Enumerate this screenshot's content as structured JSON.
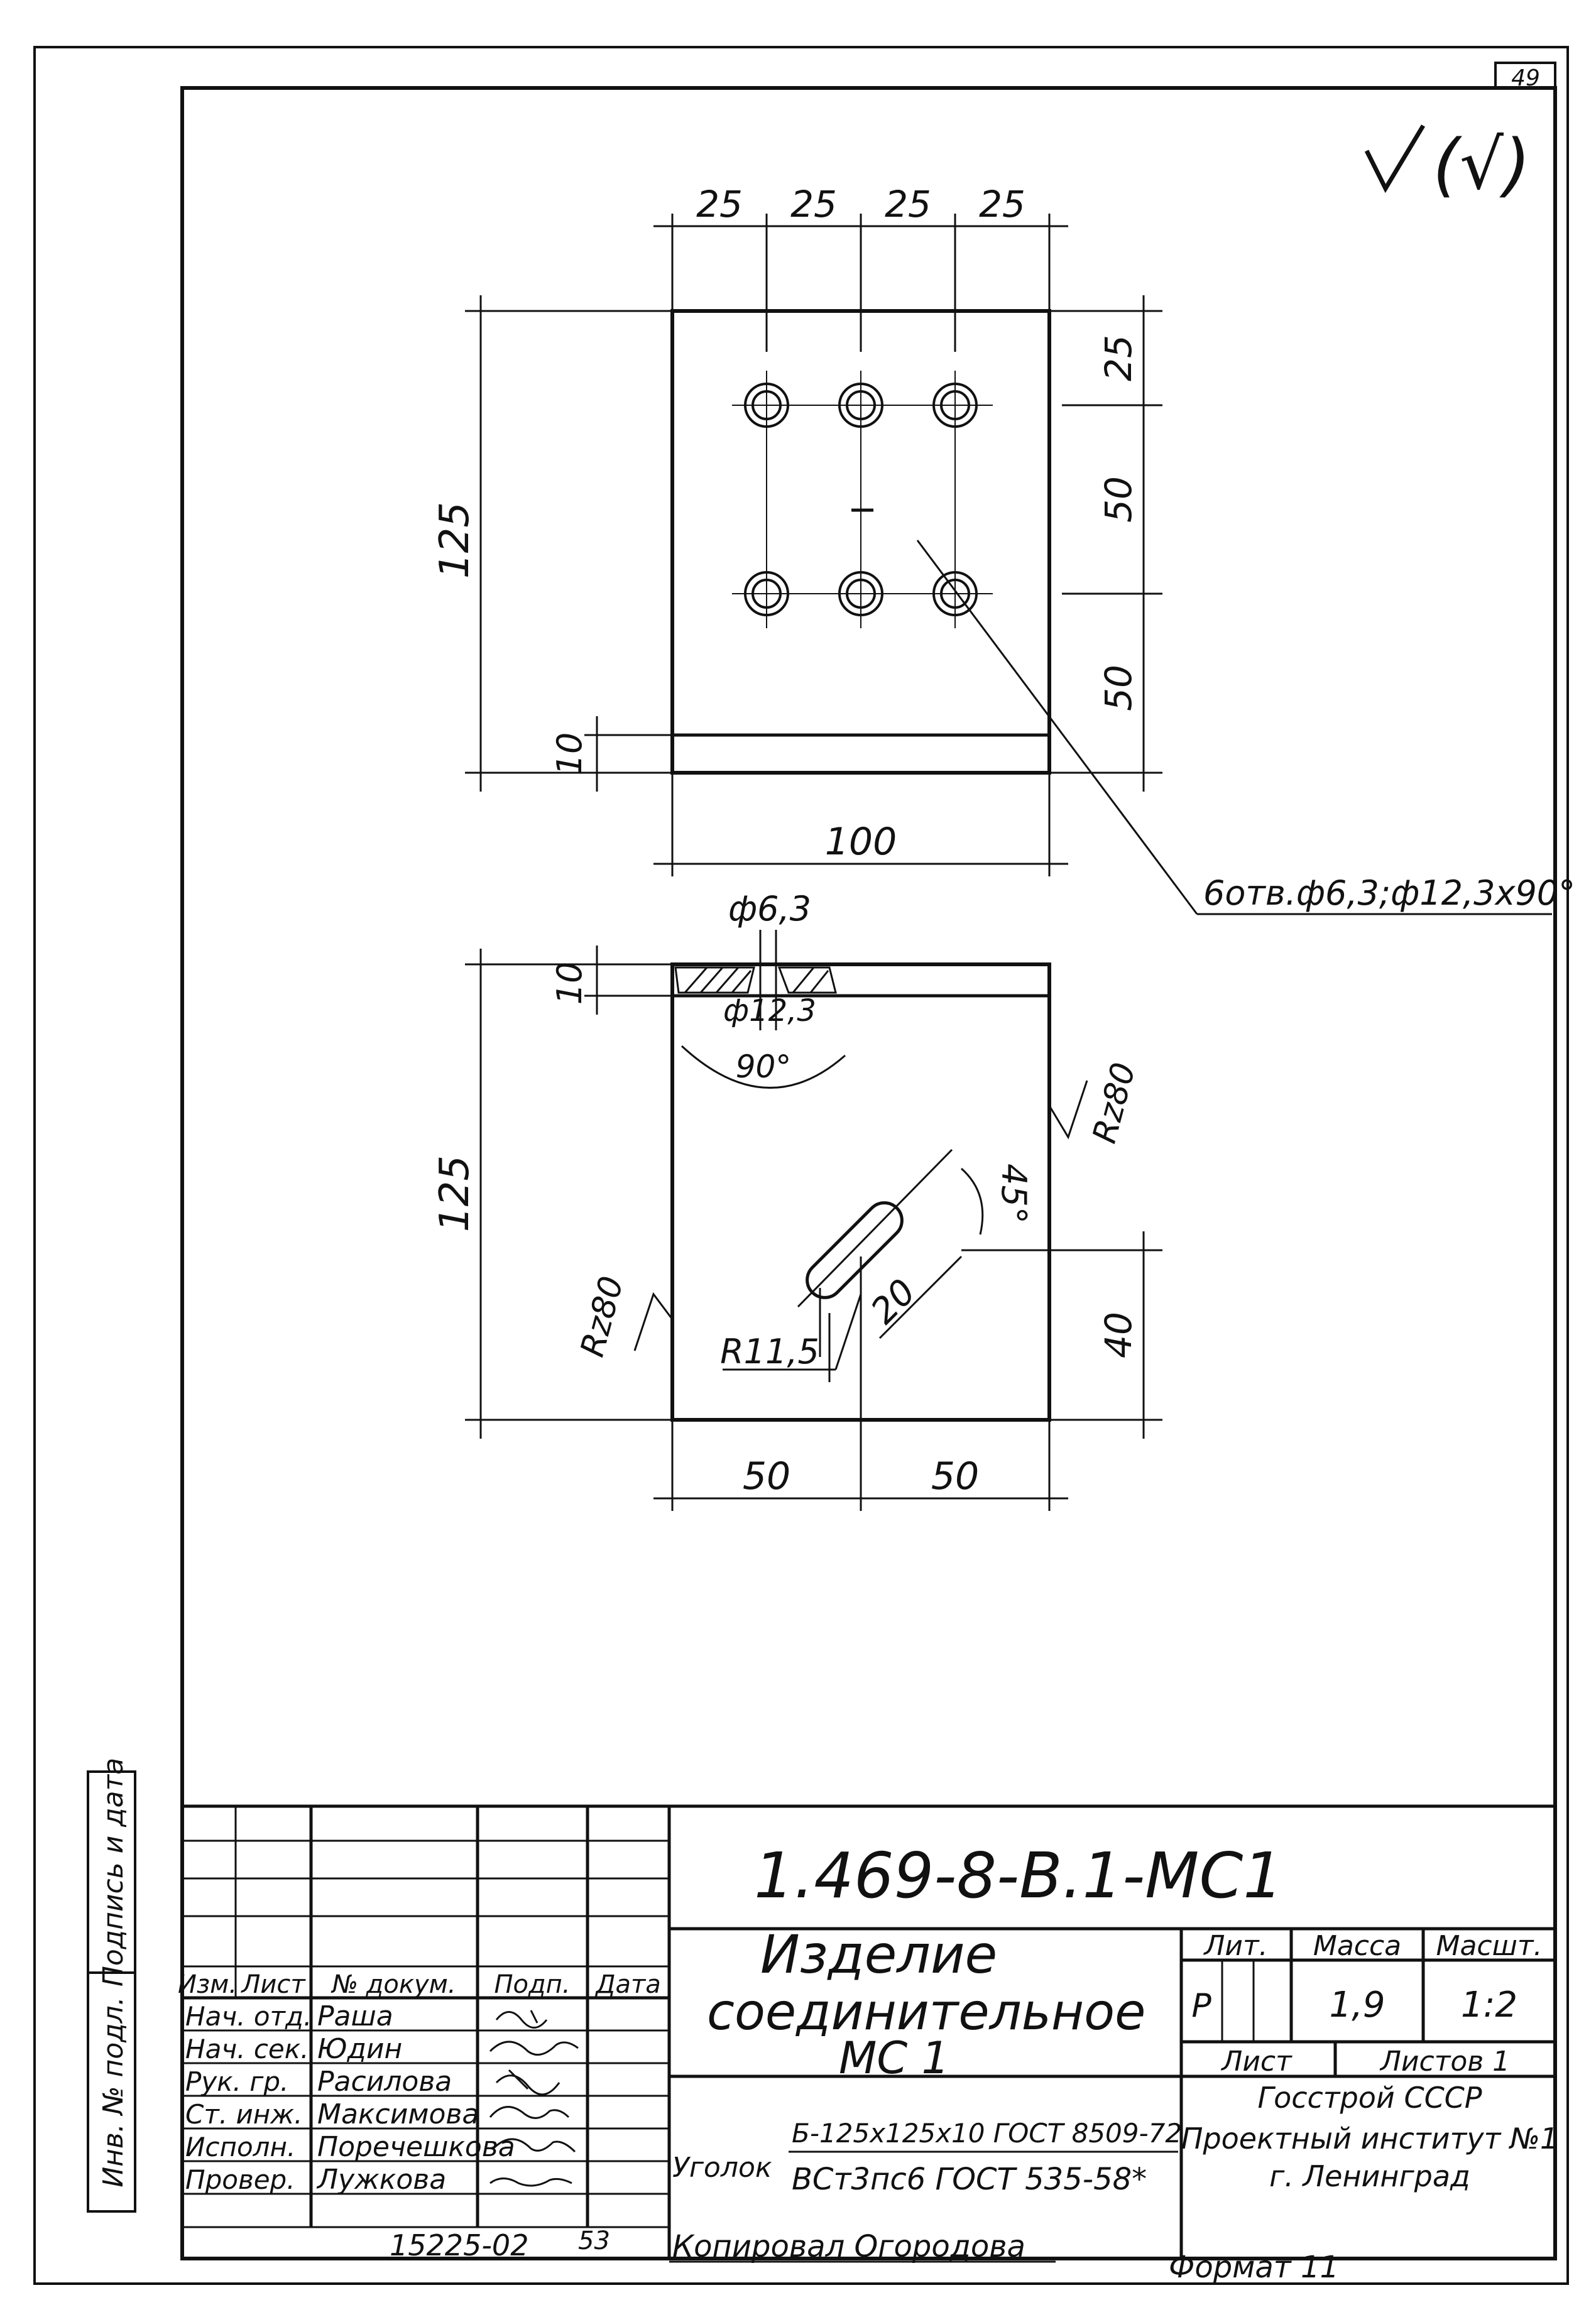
{
  "sheet": {
    "number": "49",
    "roughness_mark": "(√)"
  },
  "top_view": {
    "dim_top": [
      "25",
      "25",
      "25",
      "25"
    ],
    "dim_right": [
      "25",
      "50",
      "50"
    ],
    "dim_left_total": "125",
    "dim_left_small": "10",
    "dim_bottom": "100",
    "hole_callout": "6отв.ф6,3;ф12,3x90°"
  },
  "section_view": {
    "hole_dia": "ф6,3",
    "csk_dia": "ф12,3",
    "csk_angle": "90°",
    "dim_left_small": "10",
    "dim_left_total": "125",
    "rough_right": "Rz80",
    "rough_left": "Rz80",
    "slot_angle": "45°",
    "slot_length": "20",
    "slot_radius": "R11,5",
    "dim_right": "40",
    "dim_bottom": [
      "50",
      "50"
    ]
  },
  "side_stamp": {
    "label_inv": "Инв. № подл.",
    "label_sign": "Подпись и дата"
  },
  "title_block": {
    "designation": "1.469-8-В.1-МС1",
    "headers": [
      "Изм.",
      "Лист",
      "№ докум.",
      "Подп.",
      "Дата"
    ],
    "roles": [
      "Нач. отд.",
      "Нач. сек.",
      "Рук. гр.",
      "Ст. инж.",
      "Исполн.",
      "Провер."
    ],
    "names": [
      "Раша",
      "Юдин",
      "Расилова",
      "Максимова",
      "Поречешкова",
      "Лужкова"
    ],
    "title_line1": "Изделие",
    "title_line2": "соединительное",
    "title_line3": "МС 1",
    "lit_label": "Лит.",
    "mass_label": "Масса",
    "scale_label": "Масшт.",
    "lit_value": "Р",
    "mass_value": "1,9",
    "scale_value": "1:2",
    "sheet_label": "Лист",
    "sheets_label": "Листов 1",
    "material_prefix": "Уголок",
    "material_line1": "Б-125x125x10 ГОСТ 8509-72",
    "material_line2": "ВСт3пс6 ГОСТ 535-58*",
    "org_line1": "Госстрой СССР",
    "org_line2": "Проектный институт №1",
    "org_line3": "г. Ленинград"
  },
  "footer": {
    "code": "15225-02",
    "page": "53",
    "copied_by": "Копировал Огородова",
    "format": "Формат 11"
  }
}
